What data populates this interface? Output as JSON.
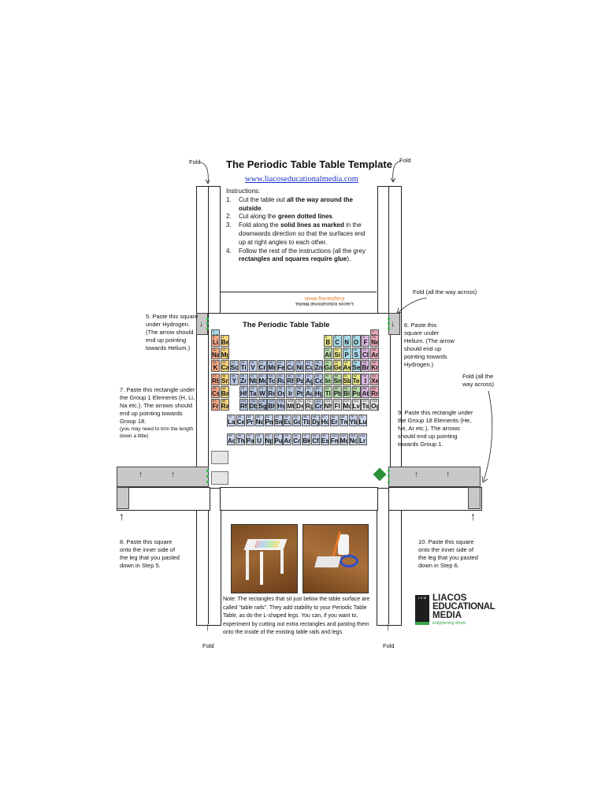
{
  "header": {
    "title": "The Periodic Table Table Template",
    "url": "www.liacoseducationalmedia.com"
  },
  "instructions": {
    "heading": "Instructions:",
    "steps": [
      {
        "n": "1.",
        "pre": "Cut the table out ",
        "bold": "all the way around the outside",
        "post": "."
      },
      {
        "n": "2.",
        "pre": "Cut along the ",
        "bold": "green dotted lines",
        "post": "."
      },
      {
        "n": "3.",
        "pre": "Fold along the ",
        "bold": "solid lines as marked",
        "post": " in the downwards direction so that the surfaces end up at right angles to each other."
      },
      {
        "n": "4.",
        "pre": "Follow the rest of the instructions (all the grey ",
        "bold": "rectangles and squares require glue",
        "post": ")."
      }
    ]
  },
  "labels": {
    "fold_top_left": "Fold",
    "fold_top_right": "Fold",
    "fold_all_way_across_top": "Fold (all the way across)",
    "fold_all_way_across_right": "Fold (all the way across)",
    "fold_bottom_left": "Fold",
    "fold_bottom_right": "Fold"
  },
  "steps_side": {
    "step5": "5. Paste this square under Hydrogen. (The arrow should end up pointing towards Helium.)",
    "step6": "6. Paste this square under Helium. (The arrow should end up pointing towards Hydrogen.)",
    "step7": "7. Paste this rectangle under the Group 1 Elements (H, Li, Na etc.). The arrows should end up pointing towards Group 18.",
    "step7_small": "(you may need to trim the length down a little)",
    "step8": "8. Paste this square onto the inner side of the leg that you pasted down in Step 5.",
    "step9": "9. Paste this rectangle under the Group 18 Elements (He, Ne, Ar etc.). The arrows should end up pointing towards Group 1.",
    "step10": "10. Paste this square onto the inner side of the leg that you pasted down in Step 6."
  },
  "table": {
    "title": "The Periodic Table Table"
  },
  "upside_down": {
    "brand": "Liacos Educational Media",
    "tagline": "Enlightening Minds"
  },
  "note": "Note: The rectangles that sit just below the table surface are called \"table rails\". They add stability to your Periodic Table Table, as do the L-shaped legs. You can, if you want to, experiment by cutting out extra rectangles and pasting them onto the inside of the existing table rails and legs.",
  "logo": {
    "line1": "LIACOS",
    "line2": "EDUCATIONAL",
    "line3": "MEDIA",
    "tagline": "Enlightening Minds",
    "badge": "L E M"
  },
  "elements": [
    [
      "1",
      "H",
      1,
      1,
      "nonmetal"
    ],
    [
      "2",
      "He",
      18,
      1,
      "noble"
    ],
    [
      "3",
      "Li",
      1,
      2,
      "alkali"
    ],
    [
      "4",
      "Be",
      2,
      2,
      "alkaline"
    ],
    [
      "5",
      "B",
      13,
      2,
      "metalloid"
    ],
    [
      "6",
      "C",
      14,
      2,
      "nonmetal"
    ],
    [
      "7",
      "N",
      15,
      2,
      "nonmetal"
    ],
    [
      "8",
      "O",
      16,
      2,
      "nonmetal"
    ],
    [
      "9",
      "F",
      17,
      2,
      "halogen"
    ],
    [
      "10",
      "Ne",
      18,
      2,
      "noble"
    ],
    [
      "11",
      "Na",
      1,
      3,
      "alkali"
    ],
    [
      "12",
      "Mg",
      2,
      3,
      "alkaline"
    ],
    [
      "13",
      "Al",
      13,
      3,
      "post"
    ],
    [
      "14",
      "Si",
      14,
      3,
      "metalloid"
    ],
    [
      "15",
      "P",
      15,
      3,
      "nonmetal"
    ],
    [
      "16",
      "S",
      16,
      3,
      "nonmetal"
    ],
    [
      "17",
      "Cl",
      17,
      3,
      "halogen"
    ],
    [
      "18",
      "Ar",
      18,
      3,
      "noble"
    ],
    [
      "19",
      "K",
      1,
      4,
      "alkali"
    ],
    [
      "20",
      "Ca",
      2,
      4,
      "alkaline"
    ],
    [
      "21",
      "Sc",
      3,
      4,
      "trans"
    ],
    [
      "22",
      "Ti",
      4,
      4,
      "trans"
    ],
    [
      "23",
      "V",
      5,
      4,
      "trans"
    ],
    [
      "24",
      "Cr",
      6,
      4,
      "trans"
    ],
    [
      "25",
      "Mn",
      7,
      4,
      "trans"
    ],
    [
      "26",
      "Fe",
      8,
      4,
      "trans"
    ],
    [
      "27",
      "Co",
      9,
      4,
      "trans"
    ],
    [
      "28",
      "Ni",
      10,
      4,
      "trans"
    ],
    [
      "29",
      "Cu",
      11,
      4,
      "trans"
    ],
    [
      "30",
      "Zn",
      12,
      4,
      "trans"
    ],
    [
      "31",
      "Ga",
      13,
      4,
      "post"
    ],
    [
      "32",
      "Ge",
      14,
      4,
      "metalloid"
    ],
    [
      "33",
      "As",
      15,
      4,
      "metalloid"
    ],
    [
      "34",
      "Se",
      16,
      4,
      "nonmetal"
    ],
    [
      "35",
      "Br",
      17,
      4,
      "halogen"
    ],
    [
      "36",
      "Kr",
      18,
      4,
      "noble"
    ],
    [
      "37",
      "Rb",
      1,
      5,
      "alkali"
    ],
    [
      "38",
      "Sr",
      2,
      5,
      "alkaline"
    ],
    [
      "39",
      "Y",
      3,
      5,
      "trans"
    ],
    [
      "40",
      "Zr",
      4,
      5,
      "trans"
    ],
    [
      "41",
      "Nb",
      5,
      5,
      "trans"
    ],
    [
      "42",
      "Mo",
      6,
      5,
      "trans"
    ],
    [
      "43",
      "Tc",
      7,
      5,
      "trans"
    ],
    [
      "44",
      "Ru",
      8,
      5,
      "trans"
    ],
    [
      "45",
      "Rh",
      9,
      5,
      "trans"
    ],
    [
      "46",
      "Pd",
      10,
      5,
      "trans"
    ],
    [
      "47",
      "Ag",
      11,
      5,
      "trans"
    ],
    [
      "48",
      "Cd",
      12,
      5,
      "trans"
    ],
    [
      "49",
      "In",
      13,
      5,
      "post"
    ],
    [
      "50",
      "Sn",
      14,
      5,
      "post"
    ],
    [
      "51",
      "Sb",
      15,
      5,
      "metalloid"
    ],
    [
      "52",
      "Te",
      16,
      5,
      "metalloid"
    ],
    [
      "53",
      "I",
      17,
      5,
      "halogen"
    ],
    [
      "54",
      "Xe",
      18,
      5,
      "noble"
    ],
    [
      "55",
      "Cs",
      1,
      6,
      "alkali"
    ],
    [
      "56",
      "Ba",
      2,
      6,
      "alkaline"
    ],
    [
      "72",
      "Hf",
      4,
      6,
      "trans"
    ],
    [
      "73",
      "Ta",
      5,
      6,
      "trans"
    ],
    [
      "74",
      "W",
      6,
      6,
      "trans"
    ],
    [
      "75",
      "Re",
      7,
      6,
      "trans"
    ],
    [
      "76",
      "Os",
      8,
      6,
      "trans"
    ],
    [
      "77",
      "Ir",
      9,
      6,
      "trans"
    ],
    [
      "78",
      "Pt",
      10,
      6,
      "trans"
    ],
    [
      "79",
      "Au",
      11,
      6,
      "trans"
    ],
    [
      "80",
      "Hg",
      12,
      6,
      "trans"
    ],
    [
      "81",
      "Tl",
      13,
      6,
      "post"
    ],
    [
      "82",
      "Pb",
      14,
      6,
      "post"
    ],
    [
      "83",
      "Bi",
      15,
      6,
      "post"
    ],
    [
      "84",
      "Po",
      16,
      6,
      "post"
    ],
    [
      "85",
      "At",
      17,
      6,
      "halogen"
    ],
    [
      "86",
      "Rn",
      18,
      6,
      "noble"
    ],
    [
      "87",
      "Fr",
      1,
      7,
      "alkali"
    ],
    [
      "88",
      "Ra",
      2,
      7,
      "alkaline"
    ],
    [
      "104",
      "Rf",
      4,
      7,
      "trans"
    ],
    [
      "105",
      "Db",
      5,
      7,
      "trans"
    ],
    [
      "106",
      "Sg",
      6,
      7,
      "trans"
    ],
    [
      "107",
      "Bh",
      7,
      7,
      "trans"
    ],
    [
      "108",
      "Hs",
      8,
      7,
      "trans"
    ],
    [
      "109",
      "Mt",
      9,
      7,
      "unk"
    ],
    [
      "110",
      "Ds",
      10,
      7,
      "unk"
    ],
    [
      "111",
      "Rg",
      11,
      7,
      "unk"
    ],
    [
      "112",
      "Cn",
      12,
      7,
      "trans"
    ],
    [
      "113",
      "Nh",
      13,
      7,
      "unk"
    ],
    [
      "114",
      "Fl",
      14,
      7,
      "unk"
    ],
    [
      "115",
      "Mc",
      15,
      7,
      "unk"
    ],
    [
      "116",
      "Lv",
      16,
      7,
      "unk"
    ],
    [
      "117",
      "Ts",
      17,
      7,
      "unk"
    ],
    [
      "118",
      "Og",
      18,
      7,
      "unk"
    ],
    [
      "57",
      "La",
      3,
      9,
      "lanth"
    ],
    [
      "58",
      "Ce",
      4,
      9,
      "lanth"
    ],
    [
      "59",
      "Pr",
      5,
      9,
      "lanth"
    ],
    [
      "60",
      "Nd",
      6,
      9,
      "lanth"
    ],
    [
      "61",
      "Pm",
      7,
      9,
      "lanth"
    ],
    [
      "62",
      "Sm",
      8,
      9,
      "lanth"
    ],
    [
      "63",
      "Eu",
      9,
      9,
      "lanth"
    ],
    [
      "64",
      "Gd",
      10,
      9,
      "lanth"
    ],
    [
      "65",
      "Tb",
      11,
      9,
      "lanth"
    ],
    [
      "66",
      "Dy",
      12,
      9,
      "lanth"
    ],
    [
      "67",
      "Ho",
      13,
      9,
      "lanth"
    ],
    [
      "68",
      "Er",
      14,
      9,
      "lanth"
    ],
    [
      "69",
      "Tm",
      15,
      9,
      "lanth"
    ],
    [
      "70",
      "Yb",
      16,
      9,
      "lanth"
    ],
    [
      "71",
      "Lu",
      17,
      9,
      "lanth"
    ],
    [
      "89",
      "Ac",
      3,
      10,
      "lanth"
    ],
    [
      "90",
      "Th",
      4,
      10,
      "lanth"
    ],
    [
      "91",
      "Pa",
      5,
      10,
      "lanth"
    ],
    [
      "92",
      "U",
      6,
      10,
      "lanth"
    ],
    [
      "93",
      "Np",
      7,
      10,
      "lanth"
    ],
    [
      "94",
      "Pu",
      8,
      10,
      "lanth"
    ],
    [
      "95",
      "Am",
      9,
      10,
      "lanth"
    ],
    [
      "96",
      "Cm",
      10,
      10,
      "lanth"
    ],
    [
      "97",
      "Bk",
      11,
      10,
      "lanth"
    ],
    [
      "98",
      "Cf",
      12,
      10,
      "lanth"
    ],
    [
      "99",
      "Es",
      13,
      10,
      "lanth"
    ],
    [
      "100",
      "Fm",
      14,
      10,
      "lanth"
    ],
    [
      "101",
      "Md",
      15,
      10,
      "lanth"
    ],
    [
      "102",
      "No",
      16,
      10,
      "lanth"
    ],
    [
      "103",
      "Lr",
      17,
      10,
      "lanth"
    ]
  ]
}
